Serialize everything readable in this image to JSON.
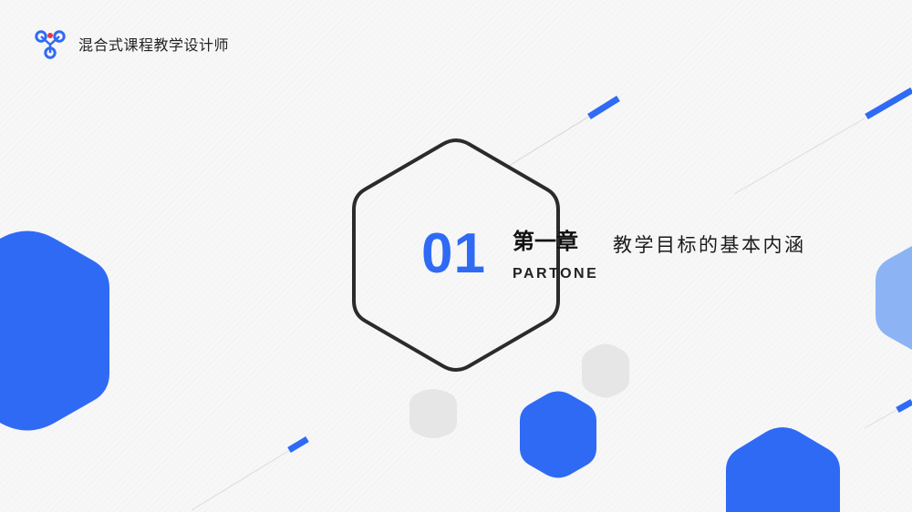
{
  "brand": {
    "name": "混合式课程教学设计师",
    "logo_icon": "molecule-logo-icon"
  },
  "chapter": {
    "number": "01",
    "title": "第一章",
    "english": "PARTONE",
    "subtitle": "教学目标的基本内涵"
  },
  "colors": {
    "primary": "#2f6af5",
    "light_blue": "#8cb4f5",
    "gray_hex": "#e6e6e6",
    "outline": "#2b2b2b",
    "accent_red": "#e8334a"
  }
}
